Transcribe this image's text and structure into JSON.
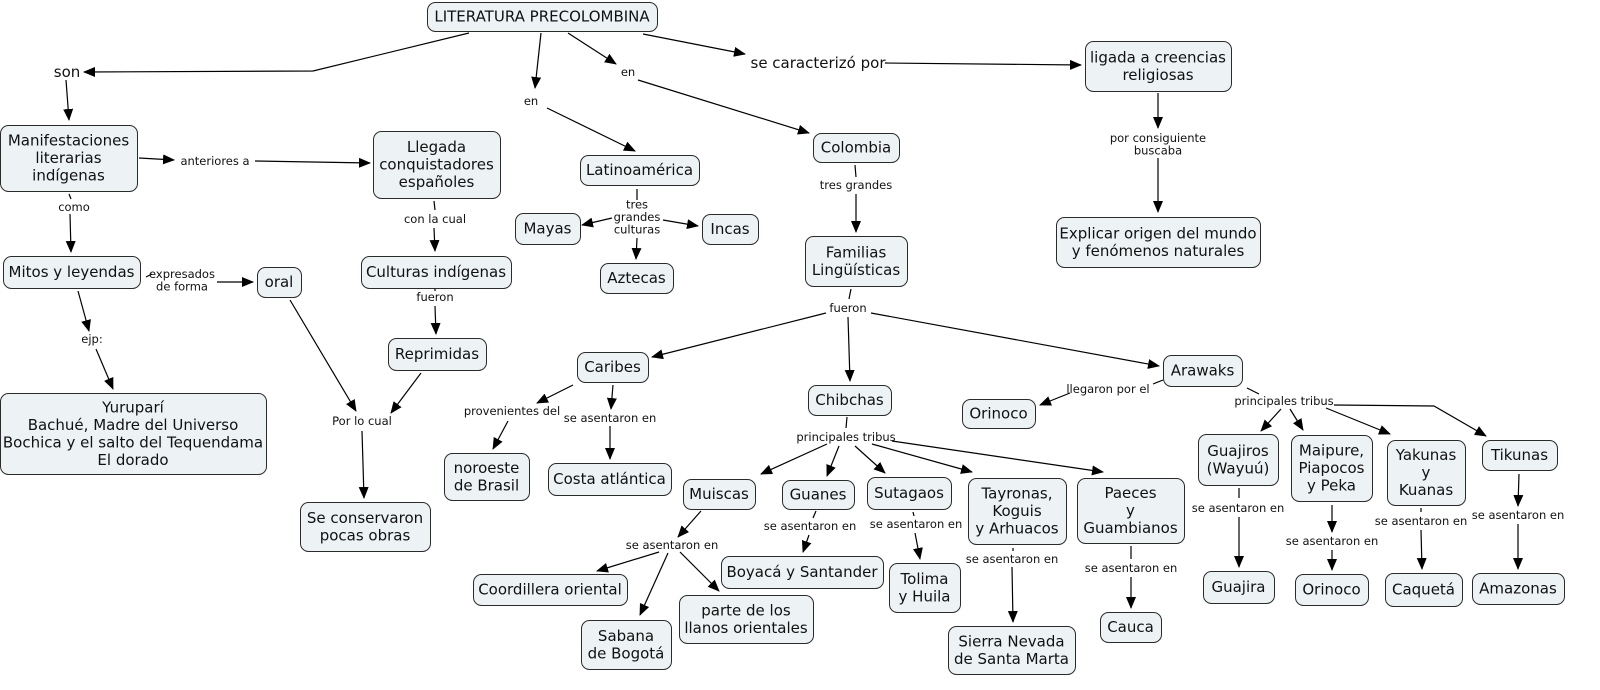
{
  "concept_map": {
    "nodes": [
      {
        "id": "root",
        "lines": [
          "LITERATURA PRECOLOMBINA"
        ]
      },
      {
        "id": "manif",
        "lines": [
          "Manifestaciones",
          "literarias",
          "indígenas"
        ]
      },
      {
        "id": "llegada",
        "lines": [
          "Llegada",
          "conquistadores",
          "españoles"
        ]
      },
      {
        "id": "latam",
        "lines": [
          "Latinoamérica"
        ]
      },
      {
        "id": "colombia",
        "lines": [
          "Colombia"
        ]
      },
      {
        "id": "ligada",
        "lines": [
          "ligada a creencias",
          "religiosas"
        ]
      },
      {
        "id": "mitos",
        "lines": [
          "Mitos y leyendas"
        ]
      },
      {
        "id": "oral",
        "lines": [
          "oral"
        ]
      },
      {
        "id": "culturas",
        "lines": [
          "Culturas indígenas"
        ]
      },
      {
        "id": "mayas",
        "lines": [
          "Mayas"
        ]
      },
      {
        "id": "incas",
        "lines": [
          "Incas"
        ]
      },
      {
        "id": "aztecas",
        "lines": [
          "Aztecas"
        ]
      },
      {
        "id": "familias",
        "lines": [
          "Familias",
          "Lingüísticas"
        ]
      },
      {
        "id": "explicar",
        "lines": [
          "Explicar origen del mundo",
          "y fenómenos naturales"
        ]
      },
      {
        "id": "reprimidas",
        "lines": [
          "Reprimidas"
        ]
      },
      {
        "id": "yurupari",
        "lines": [
          "Yuruparí",
          "Bachué, Madre del Universo",
          "Bochica y el salto del Tequendama",
          "El dorado"
        ]
      },
      {
        "id": "seconserv",
        "lines": [
          "Se conservaron",
          "pocas obras"
        ]
      },
      {
        "id": "caribes",
        "lines": [
          "Caribes"
        ]
      },
      {
        "id": "chibchas",
        "lines": [
          "Chibchas"
        ]
      },
      {
        "id": "arawaks",
        "lines": [
          "Arawaks"
        ]
      },
      {
        "id": "orinoco1",
        "lines": [
          "Orinoco"
        ]
      },
      {
        "id": "noroeste",
        "lines": [
          "noroeste",
          "de Brasil"
        ]
      },
      {
        "id": "costa",
        "lines": [
          "Costa atlántica"
        ]
      },
      {
        "id": "muiscas",
        "lines": [
          "Muiscas"
        ]
      },
      {
        "id": "guanes",
        "lines": [
          "Guanes"
        ]
      },
      {
        "id": "sutagaos",
        "lines": [
          "Sutagaos"
        ]
      },
      {
        "id": "tayronas",
        "lines": [
          "Tayronas,",
          "Koguis",
          "y Arhuacos"
        ]
      },
      {
        "id": "paeces",
        "lines": [
          "Paeces",
          "y",
          "Guambianos"
        ]
      },
      {
        "id": "guajiros",
        "lines": [
          "Guajiros",
          "(Wayuú)"
        ]
      },
      {
        "id": "maipure",
        "lines": [
          "Maipure,",
          "Piapocos",
          "y Peka"
        ]
      },
      {
        "id": "yakunas",
        "lines": [
          "Yakunas",
          "y",
          "Kuanas"
        ]
      },
      {
        "id": "tikunas",
        "lines": [
          "Tikunas"
        ]
      },
      {
        "id": "coord",
        "lines": [
          "Coordillera oriental"
        ]
      },
      {
        "id": "sabana",
        "lines": [
          "Sabana",
          "de Bogotá"
        ]
      },
      {
        "id": "llanos",
        "lines": [
          "parte de los",
          "llanos orientales"
        ]
      },
      {
        "id": "boyaca",
        "lines": [
          "Boyacá y Santander"
        ]
      },
      {
        "id": "tolima",
        "lines": [
          "Tolima",
          "y Huila"
        ]
      },
      {
        "id": "sierra",
        "lines": [
          "Sierra Nevada",
          "de Santa Marta"
        ]
      },
      {
        "id": "cauca",
        "lines": [
          "Cauca"
        ]
      },
      {
        "id": "guajira",
        "lines": [
          "Guajira"
        ]
      },
      {
        "id": "orinoco2",
        "lines": [
          "Orinoco"
        ]
      },
      {
        "id": "caqueta",
        "lines": [
          "Caquetá"
        ]
      },
      {
        "id": "amazonas",
        "lines": [
          "Amazonas"
        ]
      }
    ],
    "link_labels": [
      {
        "id": "son",
        "lines": [
          "son"
        ],
        "big": true
      },
      {
        "id": "secaract",
        "lines": [
          "se caracterizó por"
        ],
        "big": true
      },
      {
        "id": "en_latam",
        "lines": [
          "en"
        ]
      },
      {
        "id": "en_col",
        "lines": [
          "en"
        ]
      },
      {
        "id": "anteriores",
        "lines": [
          "anteriores a"
        ]
      },
      {
        "id": "como",
        "lines": [
          "como"
        ]
      },
      {
        "id": "conlacual",
        "lines": [
          "con la cual"
        ]
      },
      {
        "id": "tresgrandes_c",
        "lines": [
          "tres",
          "grandes",
          "culturas"
        ]
      },
      {
        "id": "tresgrandes",
        "lines": [
          "tres grandes"
        ]
      },
      {
        "id": "porconsig",
        "lines": [
          "por consiguiente",
          "buscaba"
        ]
      },
      {
        "id": "expresados",
        "lines": [
          "expresados",
          "de forma"
        ]
      },
      {
        "id": "fueron1",
        "lines": [
          "fueron"
        ]
      },
      {
        "id": "ejp",
        "lines": [
          "ejp:"
        ]
      },
      {
        "id": "fueron2",
        "lines": [
          "fueron"
        ]
      },
      {
        "id": "porlocual",
        "lines": [
          "Por lo cual"
        ]
      },
      {
        "id": "proven",
        "lines": [
          "provenientes del"
        ]
      },
      {
        "id": "seas_costa",
        "lines": [
          "se asentaron en"
        ]
      },
      {
        "id": "llegaron",
        "lines": [
          "llegaron por el"
        ]
      },
      {
        "id": "princ_chib",
        "lines": [
          "principales tribus"
        ]
      },
      {
        "id": "princ_araw",
        "lines": [
          "principales tribus"
        ]
      },
      {
        "id": "seas_muis",
        "lines": [
          "se asentaron en"
        ]
      },
      {
        "id": "seas_guan",
        "lines": [
          "se asentaron en"
        ]
      },
      {
        "id": "seas_suta",
        "lines": [
          "se asentaron en"
        ]
      },
      {
        "id": "seas_tayr",
        "lines": [
          "se asentaron en"
        ]
      },
      {
        "id": "seas_paec",
        "lines": [
          "se asentaron en"
        ]
      },
      {
        "id": "seas_guaj",
        "lines": [
          "se asentaron en"
        ]
      },
      {
        "id": "seas_maip",
        "lines": [
          "se asentaron en"
        ]
      },
      {
        "id": "seas_yaku",
        "lines": [
          "se asentaron en"
        ]
      },
      {
        "id": "seas_tiku",
        "lines": [
          "se asentaron en"
        ]
      }
    ]
  }
}
